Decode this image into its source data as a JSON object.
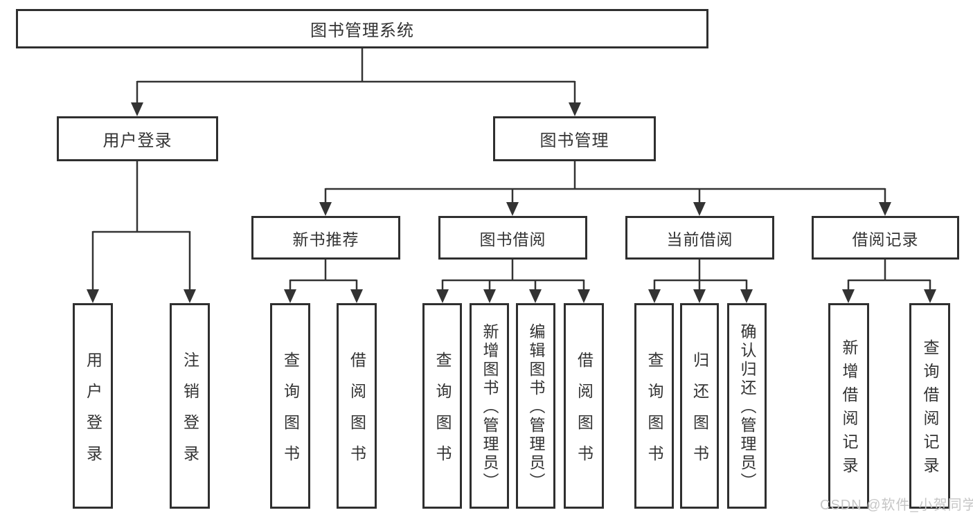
{
  "diagram": {
    "title": "图书管理系统",
    "root": {
      "label": "图书管理系统"
    },
    "level2": [
      {
        "label": "用户登录"
      },
      {
        "label": "图书管理"
      }
    ],
    "level3": [
      {
        "label": "新书推荐",
        "parent": "图书管理"
      },
      {
        "label": "图书借阅",
        "parent": "图书管理"
      },
      {
        "label": "当前借阅",
        "parent": "图书管理"
      },
      {
        "label": "借阅记录",
        "parent": "图书管理"
      }
    ],
    "leaves": [
      {
        "label": "用户登录",
        "parent": "用户登录"
      },
      {
        "label": "注销登录",
        "parent": "用户登录"
      },
      {
        "label": "查询图书",
        "parent": "新书推荐"
      },
      {
        "label": "借阅图书",
        "parent": "新书推荐"
      },
      {
        "label": "查询图书",
        "parent": "图书借阅"
      },
      {
        "label": "新增图书（管理员）",
        "parent": "图书借阅"
      },
      {
        "label": "编辑图书（管理员）",
        "parent": "图书借阅"
      },
      {
        "label": "借阅图书",
        "parent": "图书借阅"
      },
      {
        "label": "查询图书",
        "parent": "当前借阅"
      },
      {
        "label": "归还图书",
        "parent": "当前借阅"
      },
      {
        "label": "确认归还（管理员）",
        "parent": "当前借阅"
      },
      {
        "label": "新增借阅记录",
        "parent": "借阅记录"
      },
      {
        "label": "查询借阅记录",
        "parent": "借阅记录"
      }
    ],
    "watermark": "CSDN @软件_小贺同学"
  },
  "colors": {
    "line": "#333333",
    "text": "#333333",
    "box_border": "#2f2f2f",
    "background": "#ffffff",
    "watermark": "#c6c6c6"
  }
}
